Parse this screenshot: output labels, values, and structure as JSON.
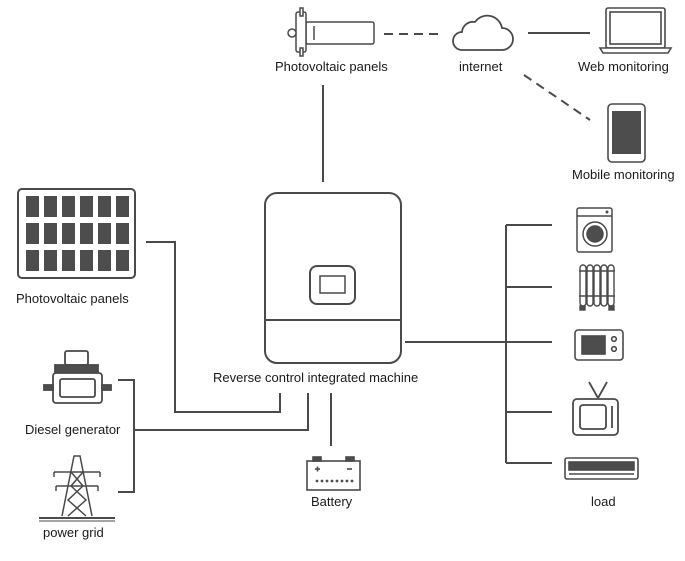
{
  "labels": {
    "top_pv": "Photovoltaic panels",
    "internet": "internet",
    "web_monitoring": "Web monitoring",
    "mobile_monitoring": "Mobile monitoring",
    "left_pv": "Photovoltaic panels",
    "inverter": "Reverse control integrated machine",
    "diesel": "Diesel generator",
    "grid": "power grid",
    "battery": "Battery",
    "load": "load"
  },
  "colors": {
    "stroke": "#4a4a4a",
    "fill_dark": "#4d4d4d",
    "bg": "#ffffff"
  },
  "icons": [
    "pv-panel-top-icon",
    "cloud-icon",
    "laptop-icon",
    "smartphone-icon",
    "solar-panel-icon",
    "inverter-icon",
    "diesel-generator-icon",
    "transmission-tower-icon",
    "battery-icon",
    "washing-machine-icon",
    "radiator-icon",
    "microwave-icon",
    "television-icon",
    "air-conditioner-icon"
  ]
}
